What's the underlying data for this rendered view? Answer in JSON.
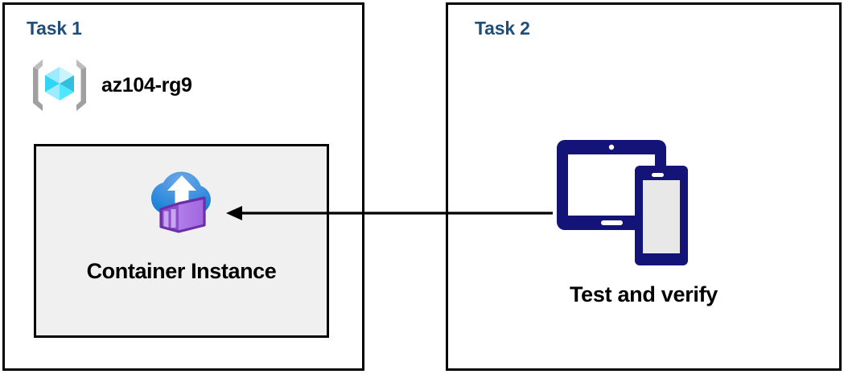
{
  "diagram": {
    "panels": [
      {
        "title": "Task 1",
        "resource_group": {
          "icon": "azure-resource-group-icon",
          "label": "az104-rg9"
        },
        "resource": {
          "icon": "azure-container-instance-icon",
          "label": "Container Instance"
        }
      },
      {
        "title": "Task 2",
        "devices": {
          "icon": "tablet-and-phone-devices-icon",
          "label": "Test and verify"
        }
      }
    ],
    "connector": {
      "name": "arrow-task2-to-container-instance",
      "direction": "right-to-left",
      "color": "#000000"
    },
    "colors": {
      "title": "#1F4E79",
      "panel_border": "#000000",
      "resource_box_fill": "#F0F0F0",
      "device_navy": "#141478",
      "container_purple": "#A265E0",
      "cloud_blue": "#1B84DE",
      "cube_cyan": "#50E6FF"
    }
  }
}
